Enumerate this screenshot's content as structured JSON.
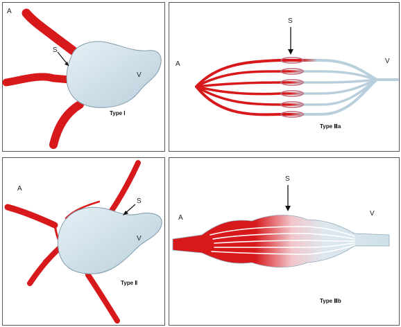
{
  "panels": [
    {
      "caption": "Type Ⅰ",
      "artery_label": "A",
      "shunt_label": "S",
      "vein_label": "V"
    },
    {
      "caption": "Type Ⅲa",
      "artery_label": "A",
      "shunt_label": "S",
      "vein_label": "V"
    },
    {
      "caption": "Type Ⅱ",
      "artery_label": "A",
      "shunt_label": "S",
      "vein_label": "V"
    },
    {
      "caption": "Type Ⅲb",
      "artery_label": "A",
      "shunt_label": "S",
      "vein_label": "V"
    }
  ],
  "colors": {
    "artery": "#d7191c",
    "vein_fill": "#cfe0ea",
    "vein_stroke": "#8fa9b8",
    "border": "#555555"
  }
}
